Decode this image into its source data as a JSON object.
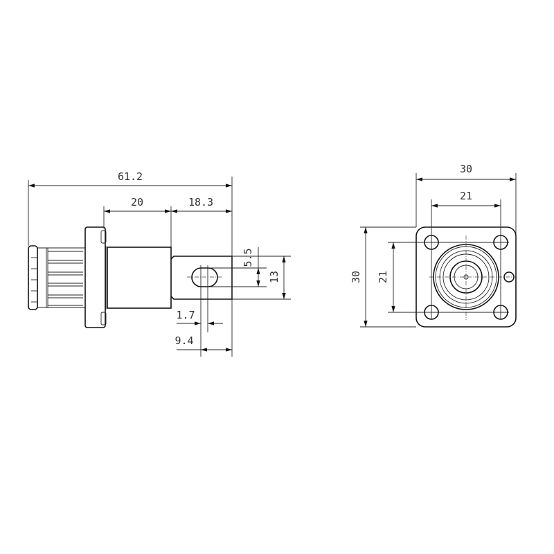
{
  "side_view": {
    "dimensions": {
      "overall_length": "61.2",
      "body_length": "20",
      "tab_length": "18.3",
      "slot_height": "5.5",
      "tab_height": "13",
      "slot_width": "1.7",
      "slot_offset": "9.4"
    }
  },
  "front_view": {
    "dimensions": {
      "flange_width": "30",
      "hole_spacing_horizontal": "21",
      "flange_height": "30",
      "hole_spacing_vertical": "21"
    }
  },
  "colors": {
    "line": "#111111",
    "text": "#333333",
    "background": "#ffffff"
  }
}
